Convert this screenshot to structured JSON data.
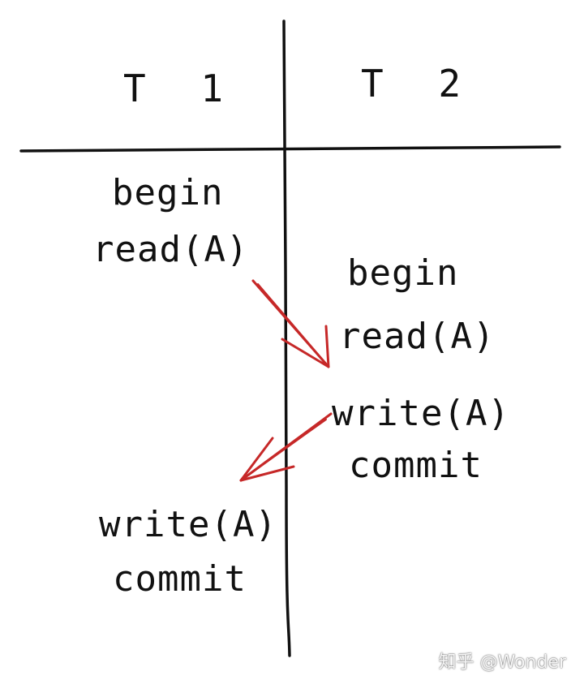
{
  "headers": {
    "t1": "T 1",
    "t2": "T 2"
  },
  "t1_ops": {
    "begin": "begin",
    "read": "read(A)",
    "write": "write(A)",
    "commit": "commit"
  },
  "t2_ops": {
    "begin": "begin",
    "read": "read(A)",
    "write": "write(A)",
    "commit": "commit"
  },
  "watermark": "知乎 @Wonder",
  "colors": {
    "ink": "#111111",
    "arrow": "#c62828"
  }
}
